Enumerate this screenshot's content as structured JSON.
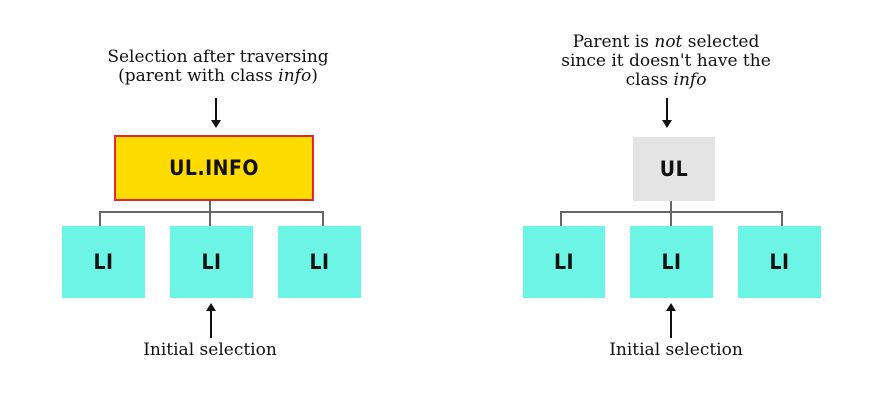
{
  "left": {
    "top_caption": {
      "line1": "Selection after traversing",
      "line2_prefix": "(parent with class ",
      "line2_italic": "info",
      "line2_suffix": ")"
    },
    "parent_label": "UL.INFO",
    "children": [
      "LI",
      "LI",
      "LI"
    ],
    "bottom_caption": "Initial selection"
  },
  "right": {
    "top_caption": {
      "line1_prefix": "Parent is ",
      "line1_italic": "not",
      "line1_suffix": " selected",
      "line2": "since it doesn't have the",
      "line3_prefix": "class ",
      "line3_italic": "info"
    },
    "parent_label": "UL",
    "children": [
      "LI",
      "LI",
      "LI"
    ],
    "bottom_caption": "Initial selection"
  },
  "colors": {
    "selected_fill": "#ffdc00",
    "selected_border": "#e8252d",
    "unselected_fill": "#e4e4e4",
    "child_fill": "#6cf5e5",
    "connector": "#666666"
  }
}
